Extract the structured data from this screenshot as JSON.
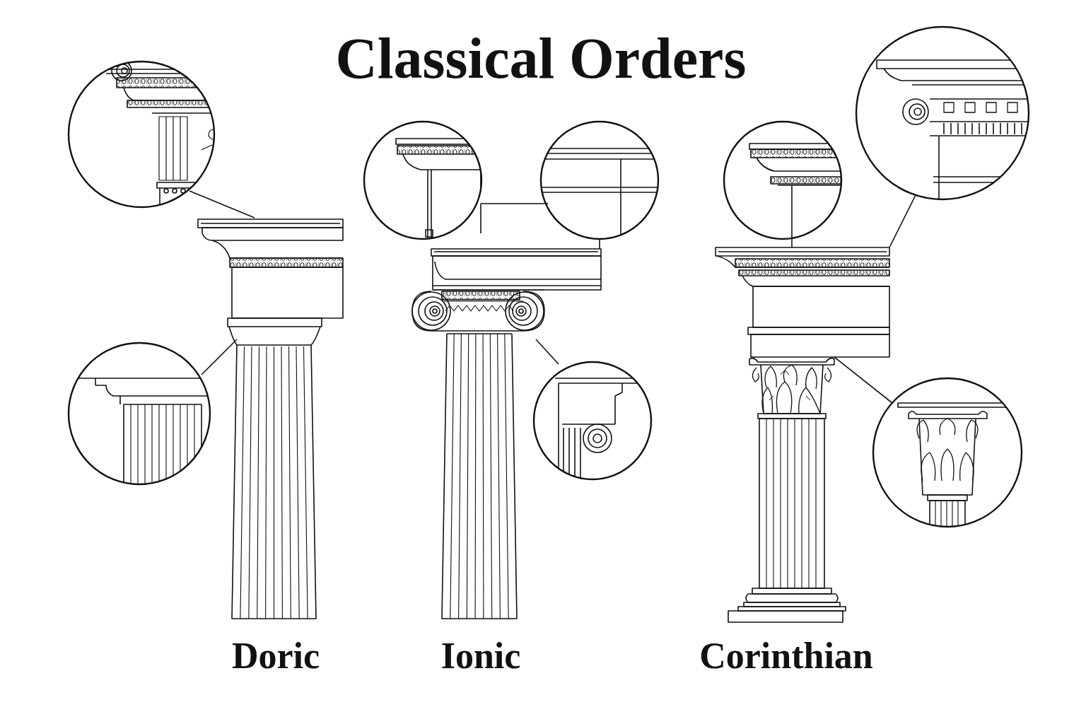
{
  "diagram": {
    "title": "Classical Orders",
    "labels": [
      "Doric",
      "Ionic",
      "Corinthian"
    ]
  }
}
